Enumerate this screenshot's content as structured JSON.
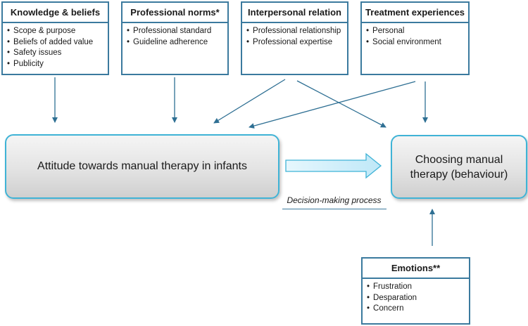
{
  "factors": [
    {
      "title": "Knowledge & beliefs",
      "items": [
        "Scope & purpose",
        "Beliefs of added value",
        "Safety issues",
        "Publicity"
      ]
    },
    {
      "title": "Professional norms*",
      "items": [
        "Professional standard",
        "Guideline adherence"
      ]
    },
    {
      "title": "Interpersonal relation",
      "items": [
        "Professional relationship",
        "Professional expertise"
      ]
    },
    {
      "title": "Treatment experiences",
      "items": [
        "Personal",
        "Social environment"
      ]
    }
  ],
  "attitude": {
    "label": "Attitude towards manual therapy in infants"
  },
  "behaviour": {
    "label": "Choosing manual therapy (behaviour)"
  },
  "process": {
    "label": "Decision-making process"
  },
  "emotions": {
    "title": "Emotions**",
    "items": [
      "Frustration",
      "Desparation",
      "Concern"
    ]
  },
  "colors": {
    "border": "#3b7a9e",
    "outcome_border": "#3fb3d6",
    "arrow": "#2e6f93",
    "process_arrow_fill": "#cfeefb"
  }
}
